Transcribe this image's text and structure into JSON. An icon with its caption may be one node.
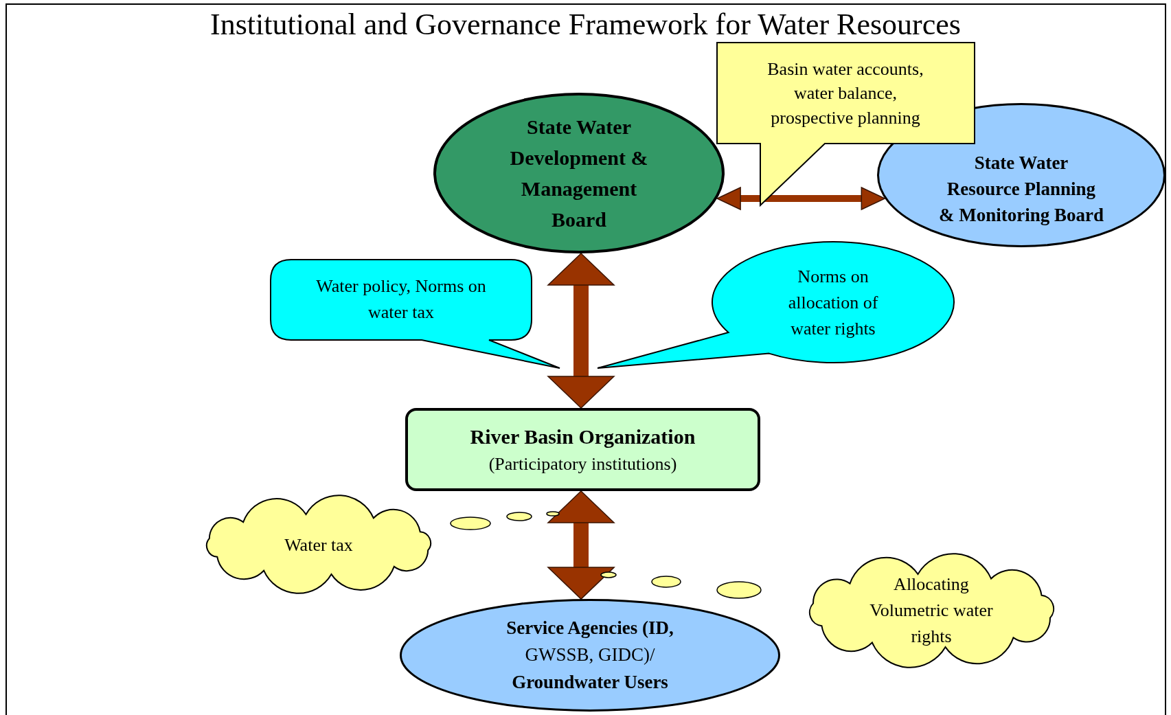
{
  "diagram": {
    "title": "Institutional and Governance Framework for Water Resources",
    "nodes": [
      {
        "text": [
          "State Water Development & Management Board"
        ]
      },
      {
        "text": [
          "Basin water accounts, water balance, prospective planning"
        ]
      },
      {
        "text": [
          "State Water Resource Planning & Monitoring Board"
        ]
      },
      {
        "text": [
          "Water policy, Norms on water tax"
        ]
      },
      {
        "text": [
          "Norms on allocation of water rights"
        ]
      },
      {
        "text": [
          "River Basin Organization",
          "(Participatory institutions)"
        ]
      },
      {
        "text": [
          "Water tax"
        ]
      },
      {
        "text": [
          "**Service Agencies (ID,** GWSSB, GIDC)/ **Groundwater Users**"
        ]
      },
      {
        "text": [
          "Allocating Volumetric water rights"
        ]
      }
    ],
    "edges": [
      {
        "from": 0,
        "to": 5,
        "arrow": "both"
      },
      {
        "from": 0,
        "to": 2,
        "arrow": "both"
      },
      {
        "from": 5,
        "to": 7,
        "arrow": "both"
      }
    ]
  }
}
